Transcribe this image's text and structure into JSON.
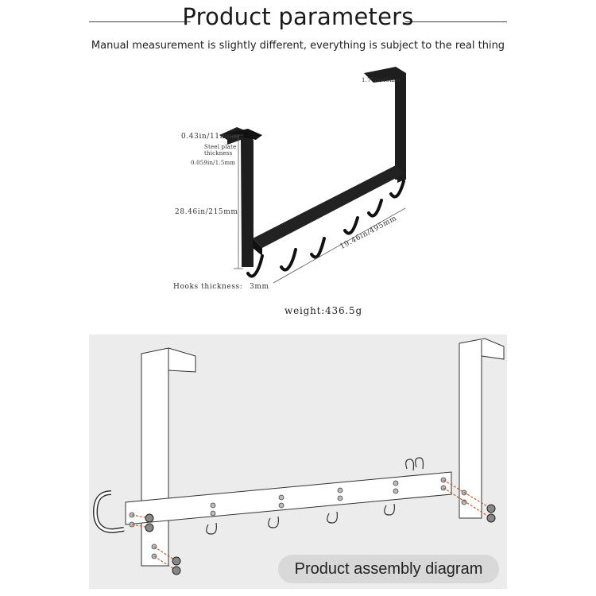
{
  "header": {
    "title": "Product parameters",
    "subtitle": "Manual measurement is slightly different, everything is subject to the real thing"
  },
  "dimensions": {
    "top_width": "0.43in/11mm",
    "plate_label": "Steel plate\nthickness",
    "plate_thickness": "0.059in/1.5mm",
    "height": "28.46in/215mm",
    "length": "19.46in/495mm",
    "hooks_thickness_label": "Hooks thickness:",
    "hooks_thickness_value": "3mm",
    "right_top": "1.77in/45mm"
  },
  "weight": "weight:436.5g",
  "assembly": {
    "label": "Product assembly diagram"
  },
  "colors": {
    "product": "#1e1e1e",
    "diagram_bg": "#ececec",
    "label_bg": "#d8d8d8",
    "screw_accent": "#c85a2a"
  }
}
